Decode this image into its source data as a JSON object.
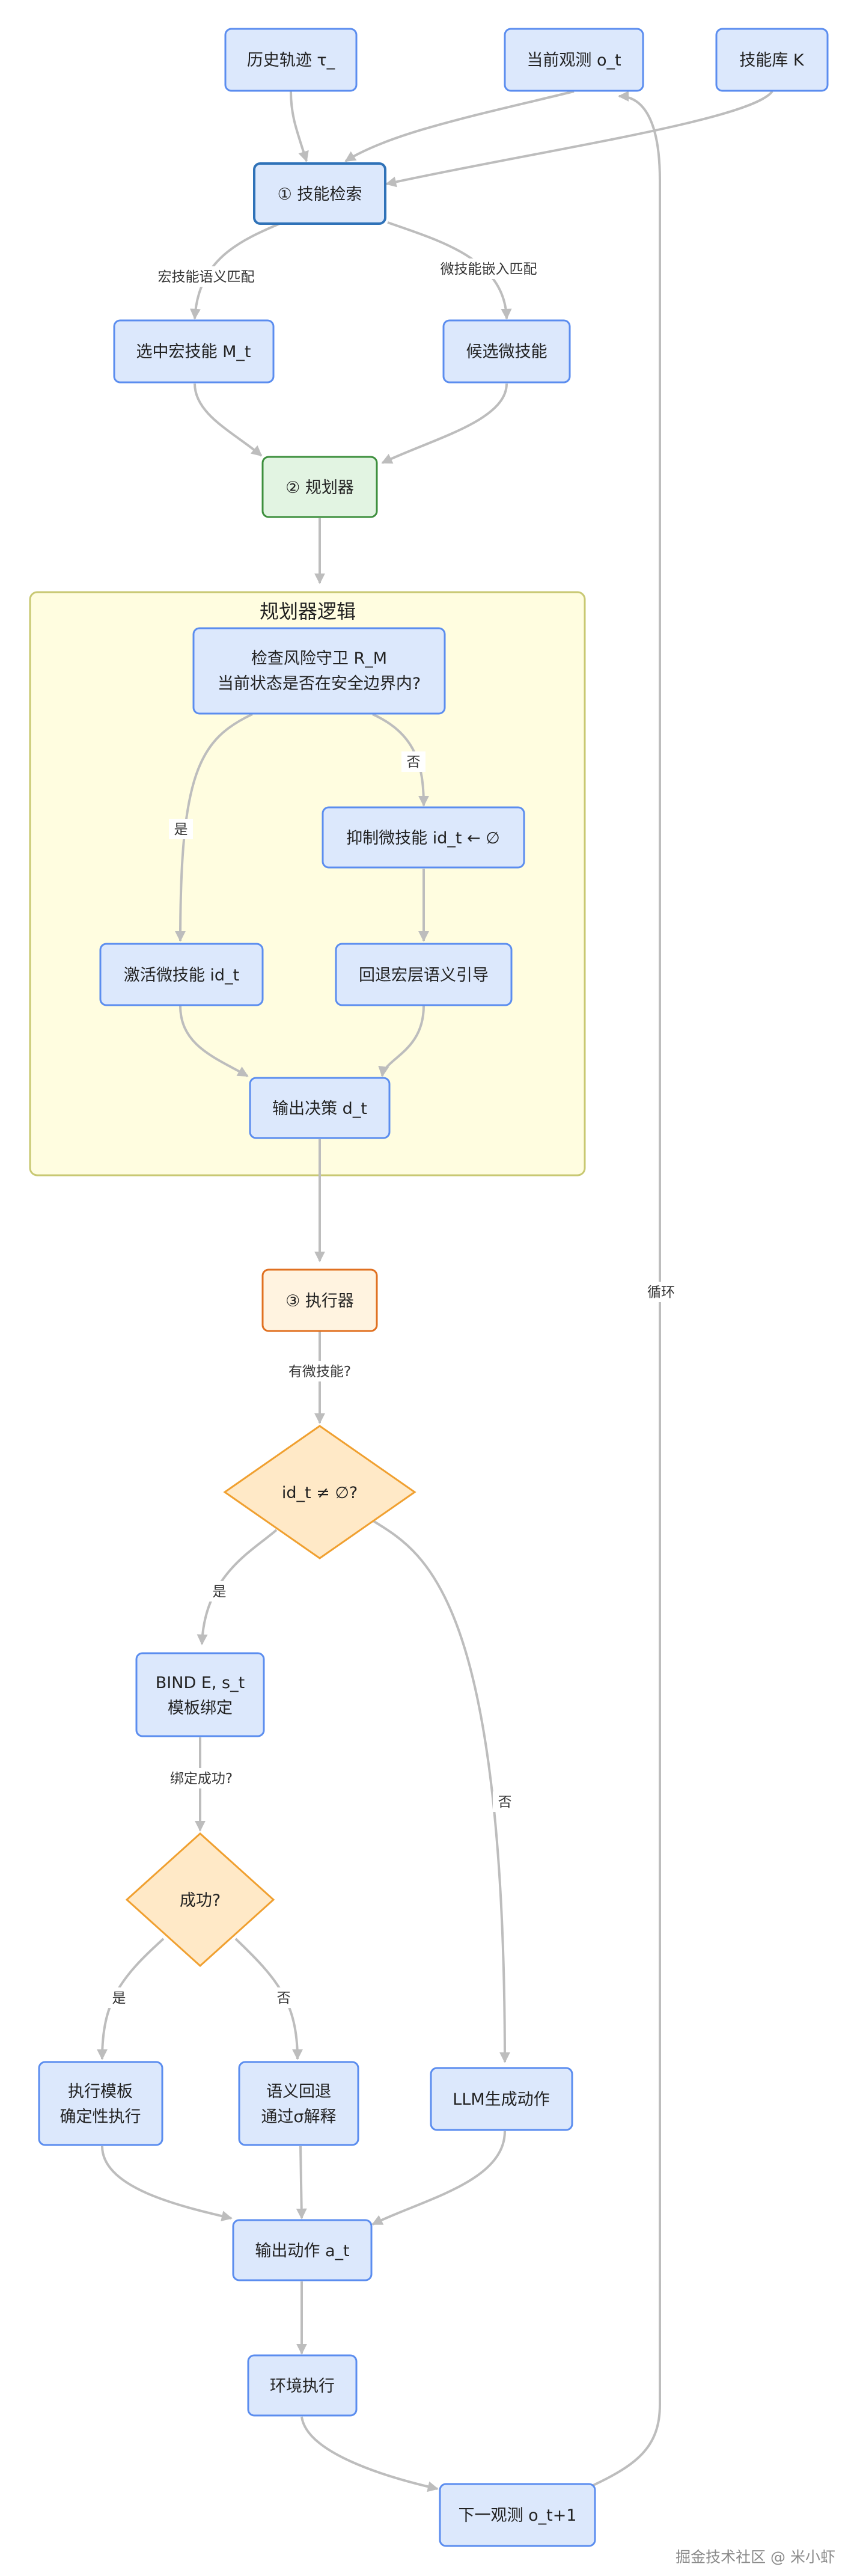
{
  "nodes": {
    "history": "历史轨迹 τ_",
    "observation": "当前观测 o_t",
    "skill_lib": "技能库 K",
    "retrieval": "① 技能检索",
    "macro_skill": "选中宏技能 M_t",
    "micro_candidates": "候选微技能",
    "planner": "② 规划器",
    "risk_check": [
      "检查风险守卫 R_M",
      "当前状态是否在安全边界内?"
    ],
    "suppress": "抑制微技能 id_t ← ∅",
    "activate": "激活微技能 id_t",
    "fallback_semantic": "回退宏层语义引导",
    "decision": "输出决策 d_t",
    "executor": "③ 执行器",
    "has_micro": "id_t ≠ ∅?",
    "bind": [
      "BIND E, s_t",
      "模板绑定"
    ],
    "success": "成功?",
    "exec_template": [
      "执行模板",
      "确定性执行"
    ],
    "semantic_fallback": [
      "语义回退",
      "通过σ解释"
    ],
    "llm_action": "LLM生成动作",
    "output_action": "输出动作 a_t",
    "env_exec": "环境执行",
    "next_obs": "下一观测 o_t+1"
  },
  "group": {
    "title": "规划器逻辑"
  },
  "edge_labels": {
    "macro_match": "宏技能语义匹配",
    "micro_embed": "微技能嵌入匹配",
    "yes": "是",
    "no": "否",
    "has_micro_q": "有微技能?",
    "bind_ok_q": "绑定成功?",
    "loop": "循环"
  },
  "watermark": "掘金技术社区 @ 米小虾",
  "colors": {
    "node_fill": "#dce8fc",
    "node_stroke": "#5b8def",
    "retrieval_stroke": "#2f72b8",
    "planner_fill": "#e2f4e2",
    "planner_stroke": "#3d8f3d",
    "executor_fill": "#fff3e0",
    "executor_stroke": "#e07020",
    "decision_fill": "#ffe9c7",
    "decision_stroke": "#f0a030",
    "group_fill": "#fffde0",
    "group_stroke": "#c8c872",
    "edge": "#bdbdbd"
  }
}
